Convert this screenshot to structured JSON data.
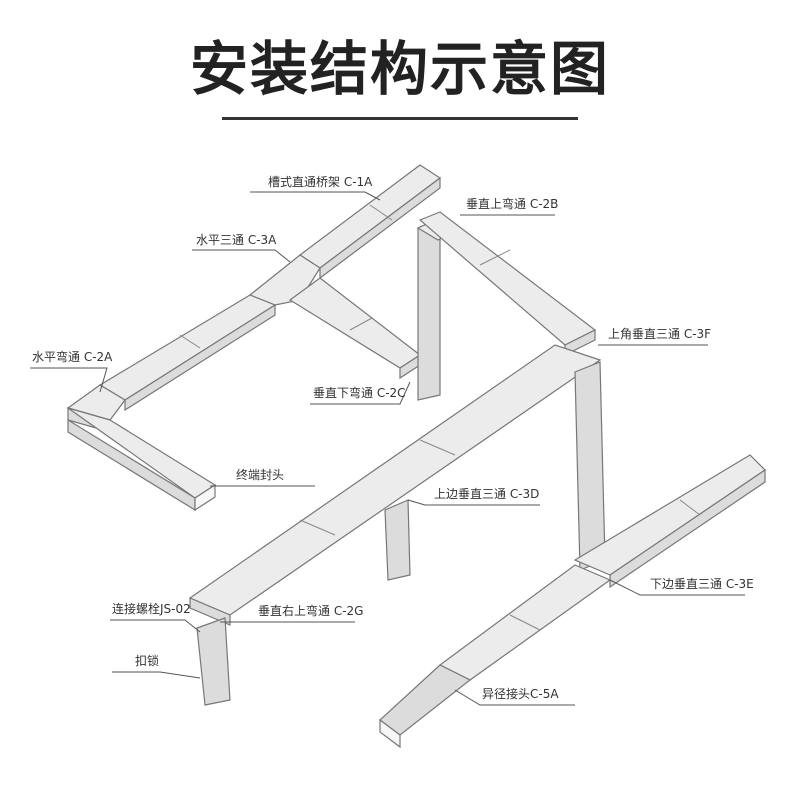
{
  "title": "安装结构示意图",
  "labels": [
    {
      "id": "c1a",
      "text": "槽式直通桥架 C-1A"
    },
    {
      "id": "c2b",
      "text": "垂直上弯通 C-2B"
    },
    {
      "id": "c3a",
      "text": "水平三通 C-3A"
    },
    {
      "id": "c3f",
      "text": "上角垂直三通 C-3F"
    },
    {
      "id": "c2a",
      "text": "水平弯通 C-2A"
    },
    {
      "id": "c2c",
      "text": "垂直下弯通 C-2C"
    },
    {
      "id": "end",
      "text": "终端封头"
    },
    {
      "id": "c3d",
      "text": "上边垂直三通 C-3D"
    },
    {
      "id": "c3e",
      "text": "下边垂直三通 C-3E"
    },
    {
      "id": "js02",
      "text": "连接螺栓JS-02"
    },
    {
      "id": "c2g",
      "text": "垂直右上弯通 C-2G"
    },
    {
      "id": "clip",
      "text": "扣锁"
    },
    {
      "id": "c5a",
      "text": "异径接头C-5A"
    }
  ]
}
